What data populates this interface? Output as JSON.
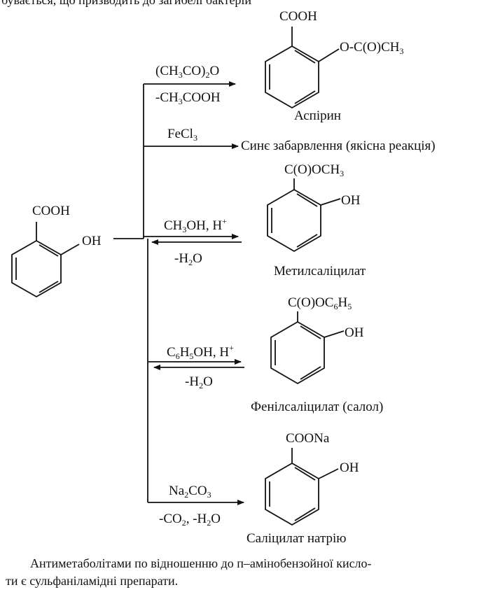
{
  "top_fragment": "бувається, що призводить до загибелі бактерій",
  "start": {
    "cooh": "COOH",
    "oh": "OH"
  },
  "reactions": {
    "aspirin": {
      "reagent_pre": "(CH",
      "reagent_sub1": "3",
      "reagent_mid": "CO)",
      "reagent_sub2": "2",
      "reagent_post": "O",
      "byproduct_pre": "-CH",
      "byproduct_sub": "3",
      "byproduct_post": "COOH",
      "top_group": "COOH",
      "side_group": "O-C(O)CH",
      "side_sub": "3",
      "name": "Аспірин"
    },
    "fecl3": {
      "reagent_pre": "FeCl",
      "reagent_sub": "3",
      "result": "Синє забарвлення (якісна реакція)"
    },
    "methyl": {
      "reagent_pre": "CH",
      "reagent_sub": "3",
      "reagent_post": "OH, H",
      "reagent_sup": "+",
      "byproduct_pre": "-H",
      "byproduct_sub": "2",
      "byproduct_post": "O",
      "top_group": "C(O)OCH",
      "top_sub": "3",
      "oh": "OH",
      "name": "Метилсаліцилат"
    },
    "phenyl": {
      "reagent_pre": "C",
      "reagent_sub1": "6",
      "reagent_mid": "H",
      "reagent_sub2": "5",
      "reagent_post": "OH, H",
      "reagent_sup": "+",
      "byproduct_pre": "-H",
      "byproduct_sub": "2",
      "byproduct_post": "O",
      "top_pre": "C(O)OC",
      "top_sub1": "6",
      "top_mid": "H",
      "top_sub2": "5",
      "oh": "OH",
      "name": "Фенілсаліцилат (салол)"
    },
    "sodium": {
      "reagent_pre": "Na",
      "reagent_sub1": "2",
      "reagent_mid": "CO",
      "reagent_sub2": "3",
      "byproduct_pre": "-CO",
      "byproduct_sub1": "2",
      "byproduct_mid": ", -H",
      "byproduct_sub2": "2",
      "byproduct_post": "O",
      "top_group": "COONa",
      "oh": "OH",
      "name": "Саліцилат натрію"
    }
  },
  "paragraph": {
    "line1": "Антиметаболітами по відношенню до п–амінобензойної кисло-",
    "line2": "ти є сульфаніламідні препарати."
  }
}
